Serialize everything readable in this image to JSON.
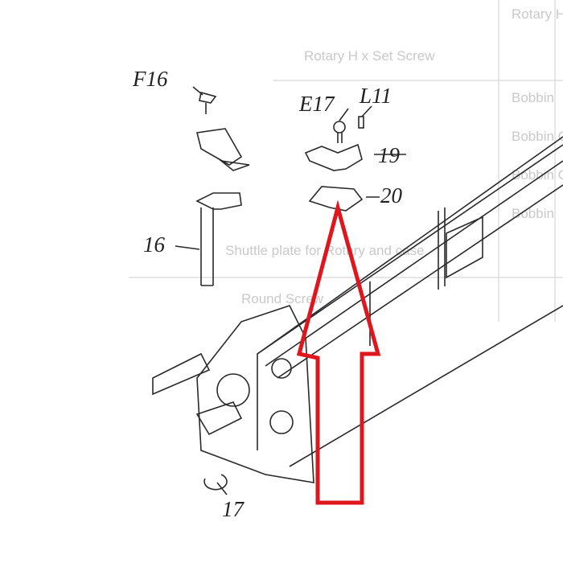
{
  "background_table": {
    "rows": [
      "Rotary H",
      "Rotary H  x Set Screw",
      "Bobbin",
      "Bobbin C",
      "Bobbin Case",
      "Bobbin",
      "Shuttle plate for Rotary and case",
      "Round Screw"
    ]
  },
  "labels": {
    "f16": "F16",
    "e17": "E17",
    "l11": "L11",
    "p19": "19",
    "p20": "20",
    "p16": "16",
    "p17": "17"
  },
  "colors": {
    "arrow": "#e0161e",
    "line": "#2a2a2a",
    "ghost": "#c9c9c9"
  }
}
